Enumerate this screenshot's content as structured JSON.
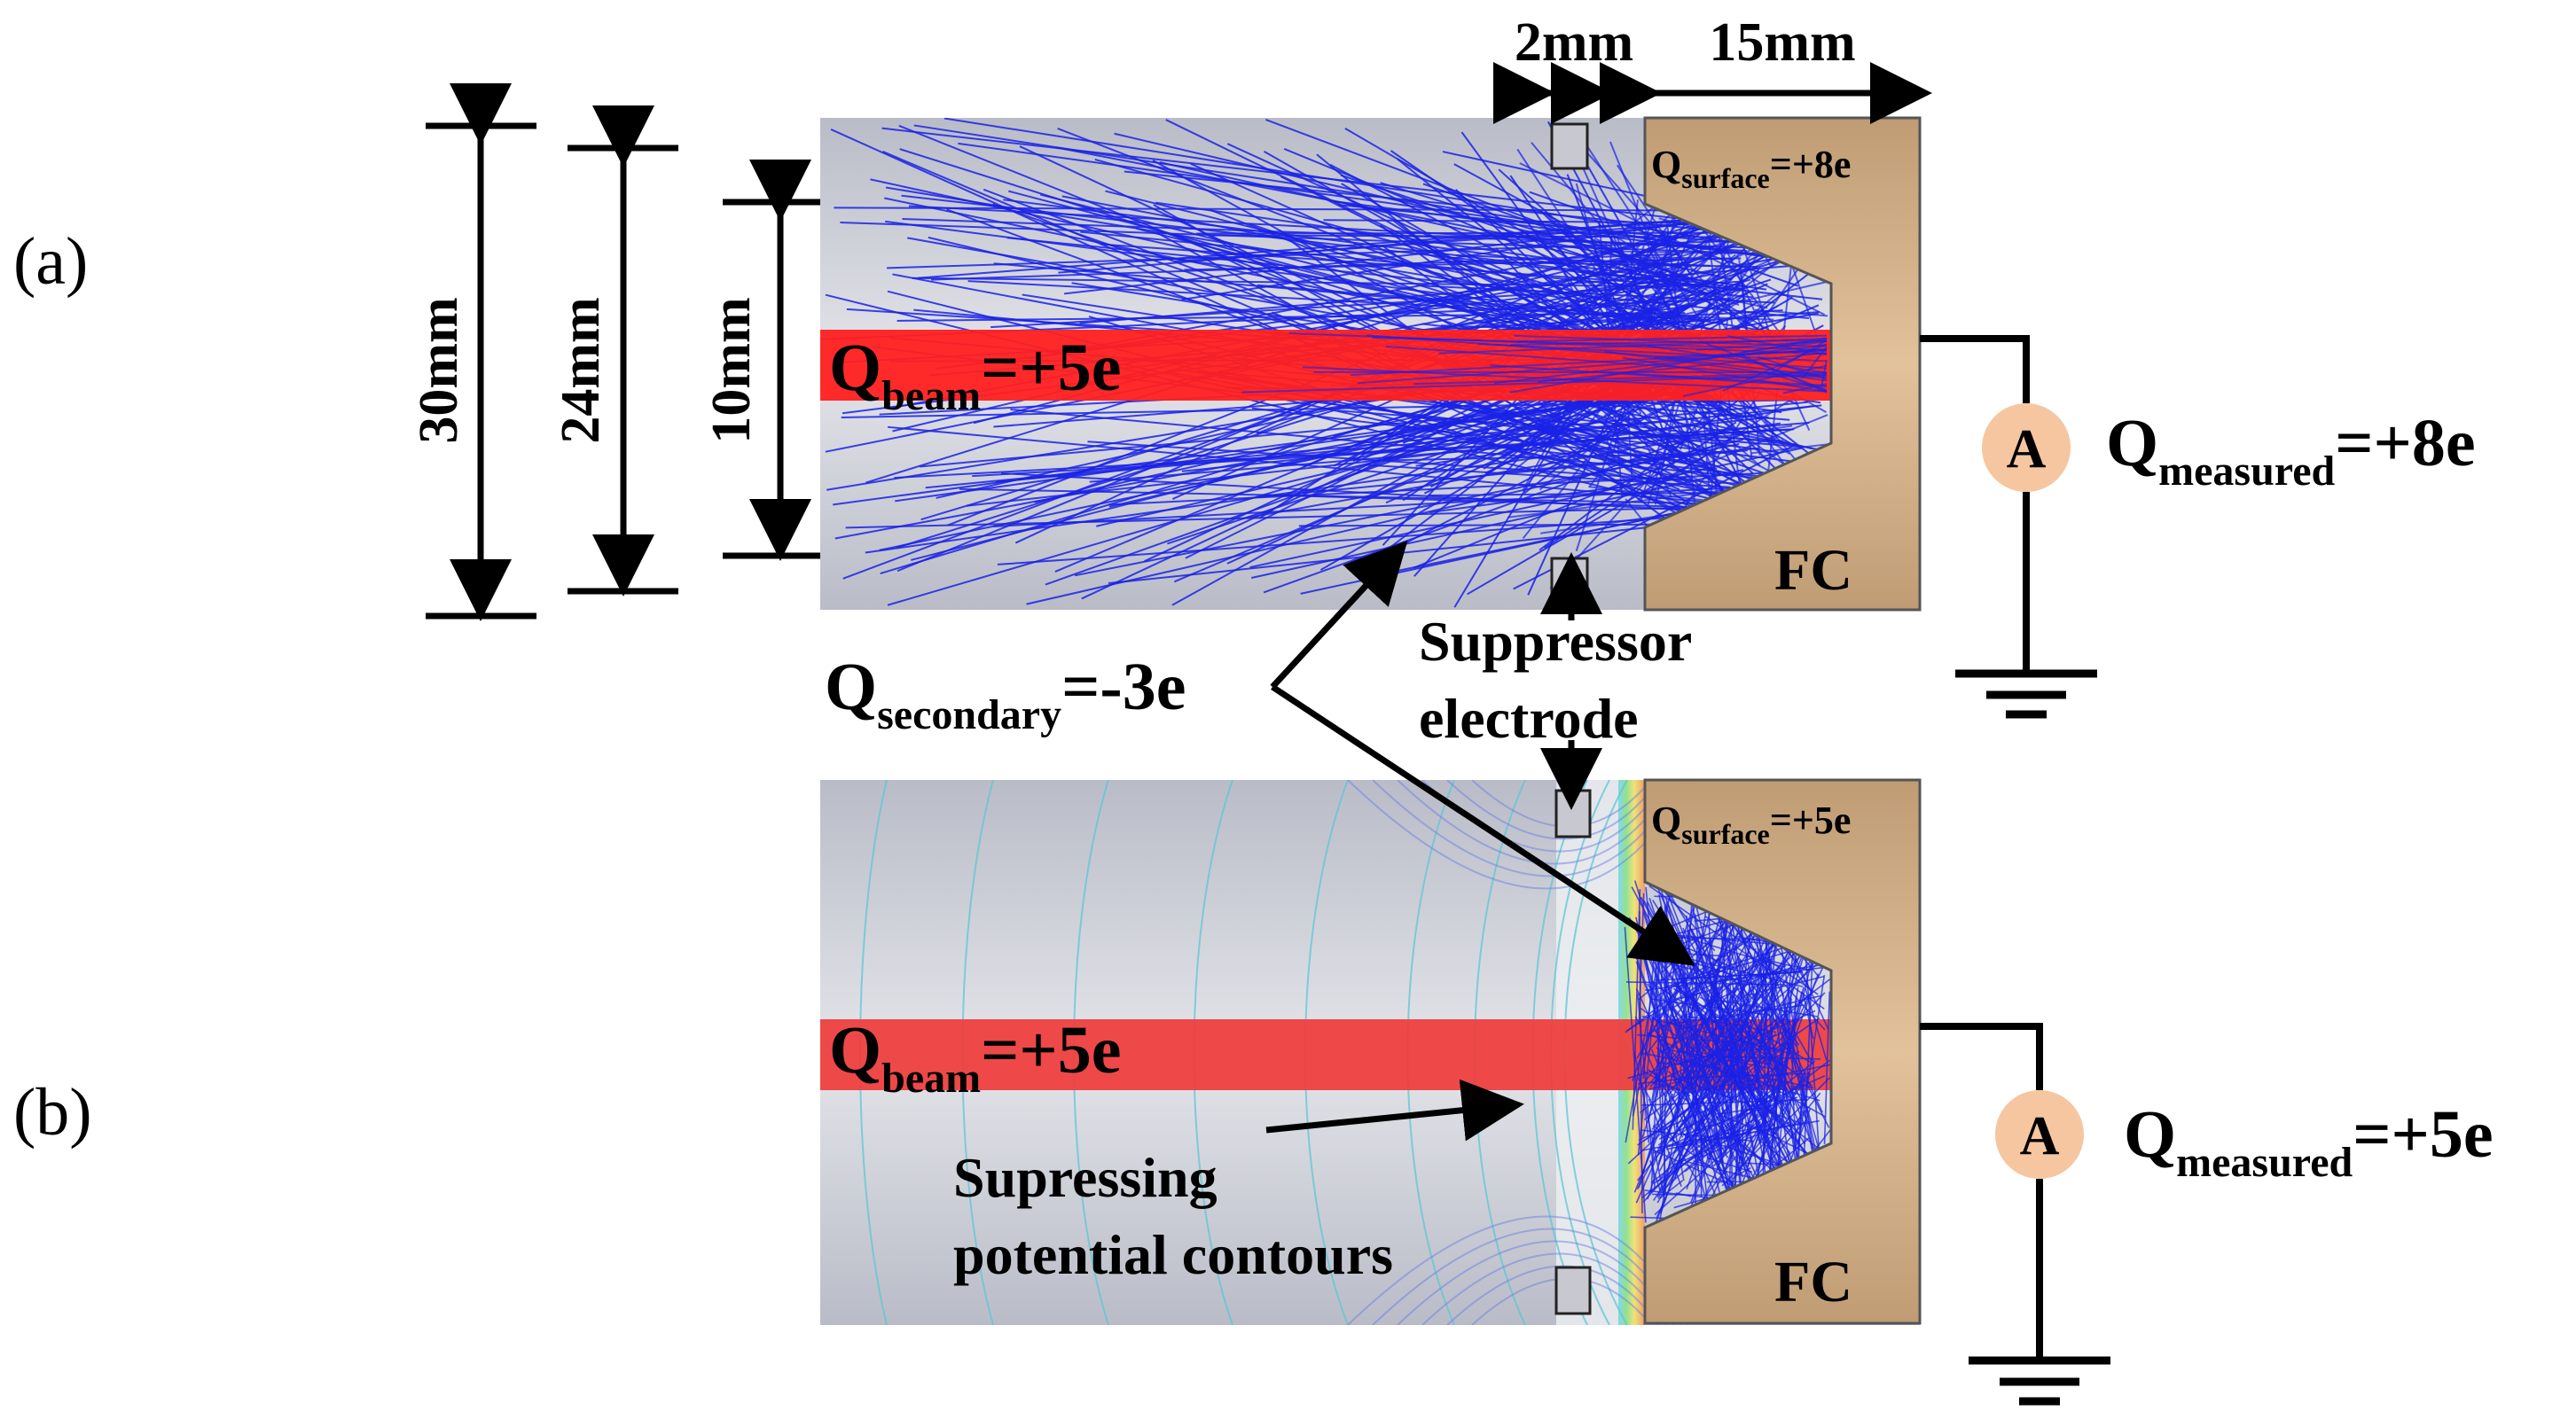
{
  "panels": {
    "a": {
      "label": "(a)",
      "beam": {
        "q": "Q",
        "sub": "beam",
        "val": "=+5e"
      },
      "surface": {
        "q": "Q",
        "sub": "surface",
        "val": "=+8e"
      },
      "measured": {
        "q": "Q",
        "sub": "measured",
        "val": "=+8e"
      },
      "fc": "FC",
      "ammeter": "A"
    },
    "b": {
      "label": "(b)",
      "beam": {
        "q": "Q",
        "sub": "beam",
        "val": "=+5e"
      },
      "surface": {
        "q": "Q",
        "sub": "surface",
        "val": "=+5e"
      },
      "measured": {
        "q": "Q",
        "sub": "measured",
        "val": "=+5e"
      },
      "fc": "FC",
      "ammeter": "A"
    }
  },
  "dimensions": {
    "d30": "30mm",
    "d24": "24mm",
    "d10": "10mm",
    "gap": "2mm",
    "cup": "15mm"
  },
  "secondary": {
    "q": "Q",
    "sub": "secondary",
    "val": "=-3e"
  },
  "suppressor": {
    "line1": "Suppressor",
    "line2": "electrode"
  },
  "contours": {
    "line1": "Supressing",
    "line2": "potential contours"
  },
  "colors": {
    "beam": "#ff2020",
    "beam_b": "#ee3f3f",
    "trajectories": "#1a22e6",
    "fc_body": "#c9a77f",
    "chamber": "#c7c9d2",
    "contour": "#5ec6d6"
  }
}
